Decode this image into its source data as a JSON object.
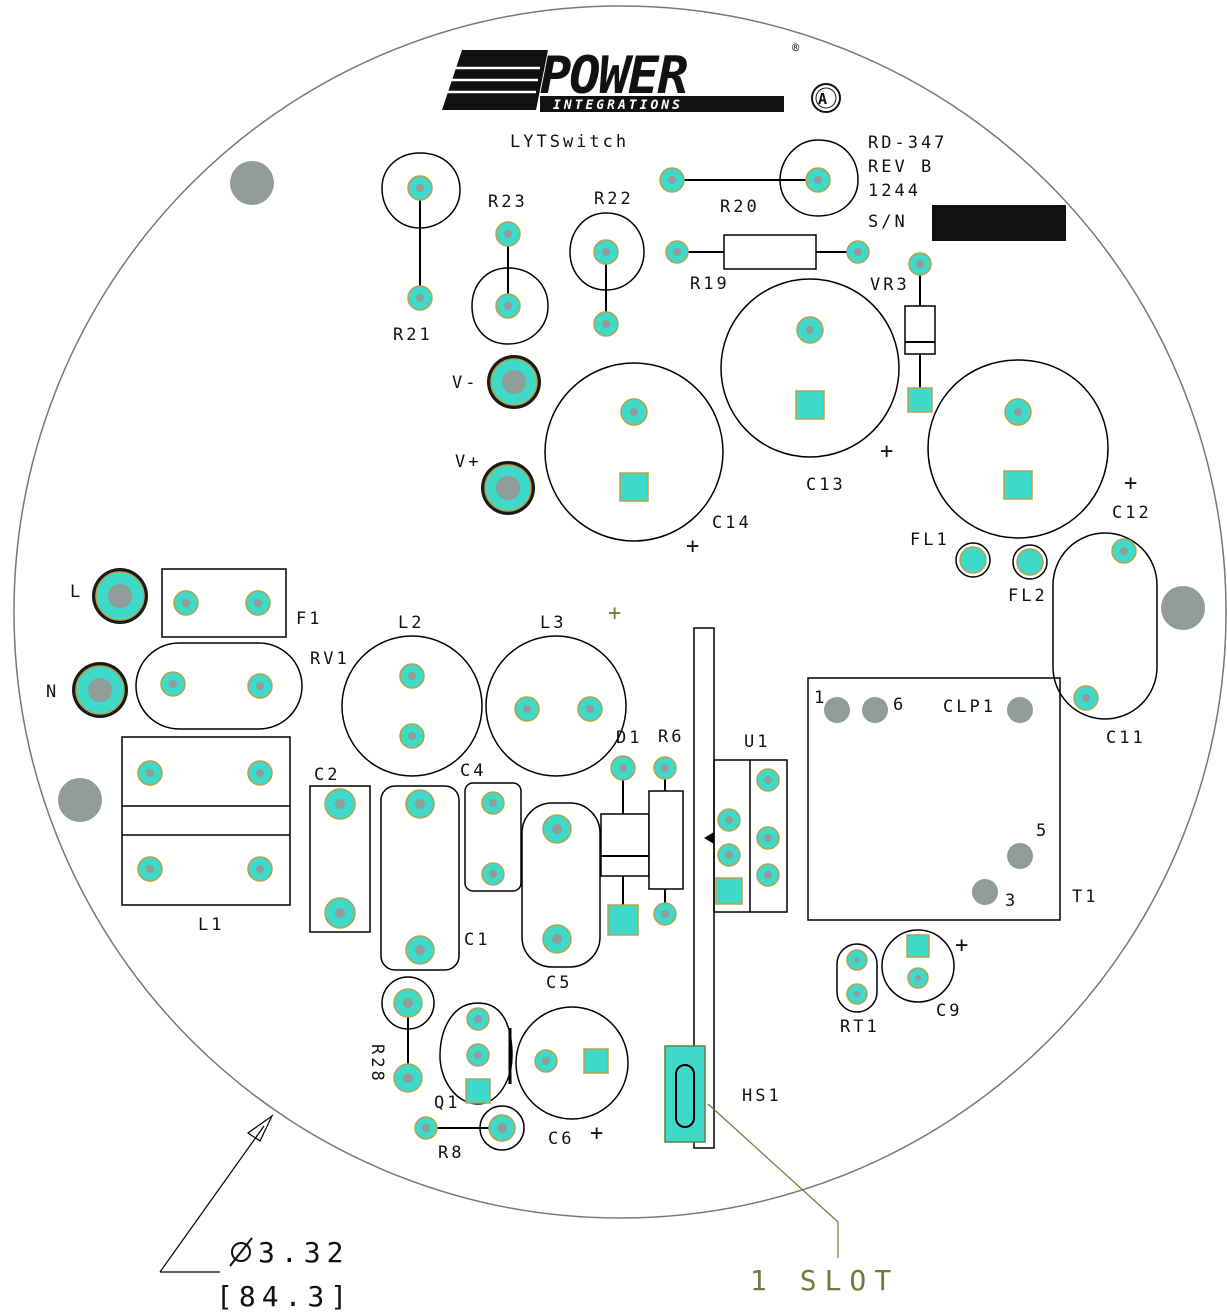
{
  "logo": {
    "brand_top": "POWER",
    "brand_bottom": "INTEGRATIONS",
    "registered": "®"
  },
  "board_name": "LYTSwitch",
  "board_info": {
    "ref": "RD-347",
    "rev": "REV B",
    "date": "1244",
    "sn_label": "S/N"
  },
  "refdes": {
    "R21": "R21",
    "R23": "R23",
    "R22": "R22",
    "R20": "R20",
    "R19": "R19",
    "VR3": "VR3",
    "Vminus": "V-",
    "Vplus": "V+",
    "C13": "C13",
    "C14": "C14",
    "C12": "C12",
    "FL1": "FL1",
    "FL2": "FL2",
    "L": "L",
    "N": "N",
    "F1": "F1",
    "RV1": "RV1",
    "L2": "L2",
    "L3": "L3",
    "C2": "C2",
    "C4": "C4",
    "C1": "C1",
    "C5": "C5",
    "D1": "D1",
    "R6": "R6",
    "U1": "U1",
    "CLP1": "CLP1",
    "C11": "C11",
    "T1": "T1",
    "T1_pin1": "1",
    "T1_pin6": "6",
    "T1_pin5": "5",
    "T1_pin3": "3",
    "L1": "L1",
    "RT1": "RT1",
    "C9": "C9",
    "R28": "R28",
    "Q1": "Q1",
    "R8": "R8",
    "C6": "C6",
    "HS1": "HS1"
  },
  "polarity_mark": "+",
  "dimension": {
    "diameter": "3.32",
    "metric": "[84.3]",
    "diameter_symbol": "⌀"
  },
  "callout": {
    "slot": "1 SLOT"
  },
  "colors": {
    "pad": "#3fd9c9",
    "pad_outline": "#b8a14a",
    "mounting_hole": "#8f9c98",
    "callout_text": "#6a7d3a",
    "outline": "#000000"
  }
}
